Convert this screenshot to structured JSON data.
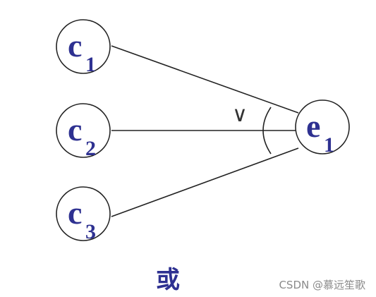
{
  "diagram": {
    "nodes": [
      {
        "id": "c1",
        "letter": "c",
        "subscript": "1"
      },
      {
        "id": "c2",
        "letter": "c",
        "subscript": "2"
      },
      {
        "id": "c3",
        "letter": "c",
        "subscript": "3"
      },
      {
        "id": "e1",
        "letter": "e",
        "subscript": "1"
      }
    ],
    "edges": [
      {
        "from": "c1",
        "to": "e1"
      },
      {
        "from": "c2",
        "to": "e1"
      },
      {
        "from": "c3",
        "to": "e1"
      }
    ],
    "operator_symbol": "∨",
    "caption": "或",
    "colors": {
      "label": "#2e3191",
      "stroke": "#222222",
      "watermark": "#8a8a8a"
    }
  },
  "watermark": "CSDN @慕远笙歌"
}
